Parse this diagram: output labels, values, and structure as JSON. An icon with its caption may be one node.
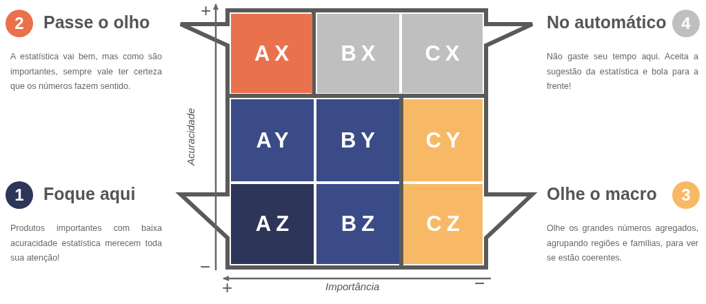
{
  "diagram": {
    "nodes": [
      {
        "text": [
          "2",
          "Passe o olho",
          "A estatística vai bem, mas como são importantes, sempre vale ter certeza que os números fazem sentido."
        ]
      },
      {
        "text": [
          "No automático",
          "4",
          "Não gaste seu tempo aqui. Aceita a sugestão da estatística e bola para a frente!"
        ]
      },
      {
        "text": [
          "AX"
        ]
      },
      {
        "text": [
          "BX"
        ]
      },
      {
        "text": [
          "CX"
        ]
      },
      {
        "text": [
          "AY"
        ]
      },
      {
        "text": [
          "BY"
        ]
      },
      {
        "text": [
          "CY"
        ]
      },
      {
        "text": [
          "AZ"
        ]
      },
      {
        "text": [
          "BZ"
        ]
      },
      {
        "text": [
          "CZ"
        ]
      },
      {
        "text": [
          "1",
          "Foque aqui",
          "Produtos importantes com baixa acuracidade estatística merecem toda sua atenção!"
        ]
      },
      {
        "text": [
          "Olhe o macro",
          "3",
          "Olhe os grandes números agregados, agrupando regiões e famílias, para ver se estão coerentes."
        ]
      }
    ],
    "labels": [
      "+",
      "Acuracidade",
      "−",
      "+",
      "Importância",
      "−"
    ]
  }
}
